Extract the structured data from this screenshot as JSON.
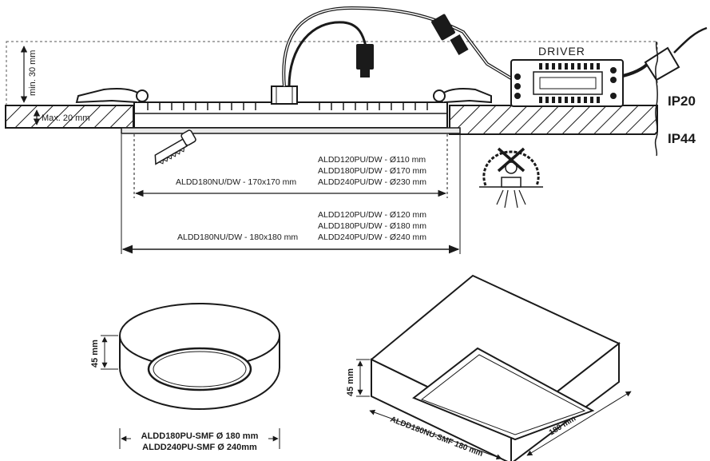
{
  "top_diagram": {
    "driver_label": "DRIVER",
    "depth_label": "min. 30 mm",
    "ceiling_label": "Max. 20 mm",
    "ip_upper": "IP20",
    "ip_lower": "IP44",
    "cutout_square": "ALDD180NU/DW - 170x170 mm",
    "cutout_round": [
      "ALDD120PU/DW - Ø110 mm",
      "ALDD180PU/DW - Ø170 mm",
      "ALDD240PU/DW - Ø230 mm"
    ],
    "outer_square": "ALDD180NU/DW - 180x180 mm",
    "outer_round": [
      "ALDD120PU/DW - Ø120 mm",
      "ALDD180PU/DW - Ø180 mm",
      "ALDD240PU/DW - Ø240 mm"
    ]
  },
  "round_fixture": {
    "height_label": "45 mm",
    "models": [
      "ALDD180PU-SMF Ø 180 mm",
      "ALDD240PU-SMF Ø 240mm"
    ]
  },
  "square_fixture": {
    "height_label": "45 mm",
    "side_label": "ALDD180NU-SMF 180 mm",
    "depth_label": "180 mm"
  },
  "colors": {
    "line": "#1a1a1a",
    "hatch": "#1a1a1a",
    "background": "#ffffff"
  }
}
